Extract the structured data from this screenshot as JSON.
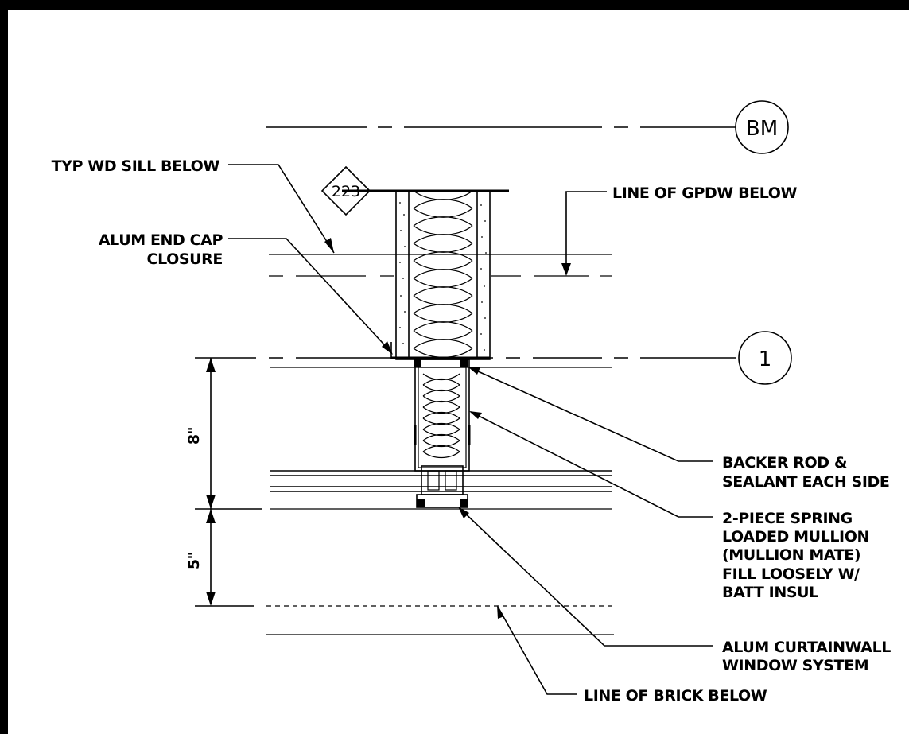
{
  "drawing": {
    "grid_bubbles": {
      "top": "BM",
      "lower": "1"
    },
    "tag": "223",
    "dimensions": {
      "upper": "8\"",
      "lower": "5\""
    },
    "notes": {
      "typ_wd_sill": "TYP WD SILL BELOW",
      "alum_end_cap": [
        "ALUM END CAP",
        "CLOSURE"
      ],
      "line_of_gpdw": "LINE OF GPDW BELOW",
      "backer_rod": [
        "BACKER ROD &",
        "SEALANT EACH SIDE"
      ],
      "mullion": [
        "2-PIECE SPRING",
        "LOADED MULLION",
        "(MULLION MATE)",
        "FILL LOOSELY W/",
        "BATT INSUL"
      ],
      "curtainwall": [
        "ALUM CURTAINWALL",
        "WINDOW SYSTEM"
      ],
      "line_of_brick": "LINE OF BRICK BELOW"
    }
  }
}
